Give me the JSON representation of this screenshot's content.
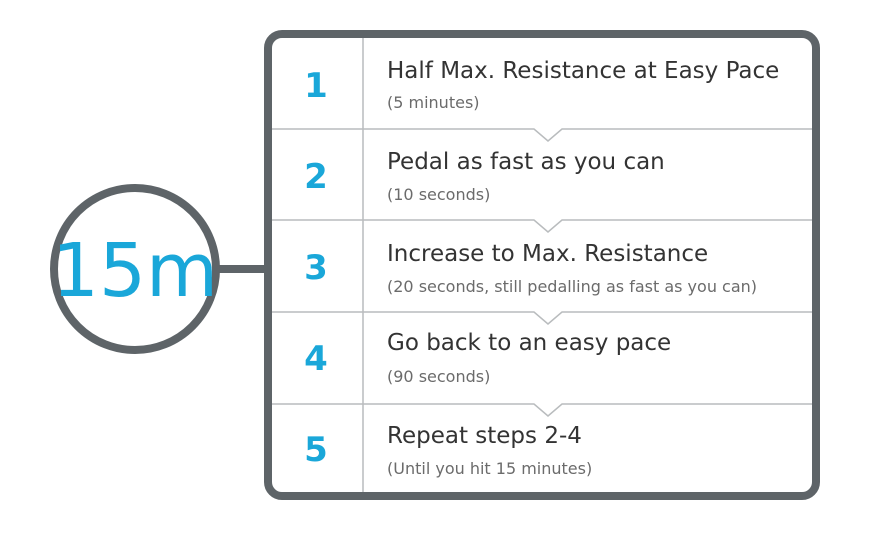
{
  "duration_label": "15m",
  "steps": [
    {
      "number": "1",
      "title": "Half Max. Resistance at Easy Pace",
      "detail": "(5 minutes)"
    },
    {
      "number": "2",
      "title": "Pedal as fast as you can",
      "detail": "(10 seconds)"
    },
    {
      "number": "3",
      "title": "Increase to Max. Resistance",
      "detail": "(20 seconds, still pedalling as fast as you can)"
    },
    {
      "number": "4",
      "title": "Go back to an easy pace",
      "detail": "(90 seconds)"
    },
    {
      "number": "5",
      "title": "Repeat steps 2-4",
      "detail": "(Until you hit 15 minutes)"
    }
  ],
  "colors": {
    "frame": "#5e6468",
    "divider": "#b9bcbe",
    "accent": "#1aa7d9",
    "title_text": "#333333",
    "detail_text": "#6b6b6b"
  }
}
